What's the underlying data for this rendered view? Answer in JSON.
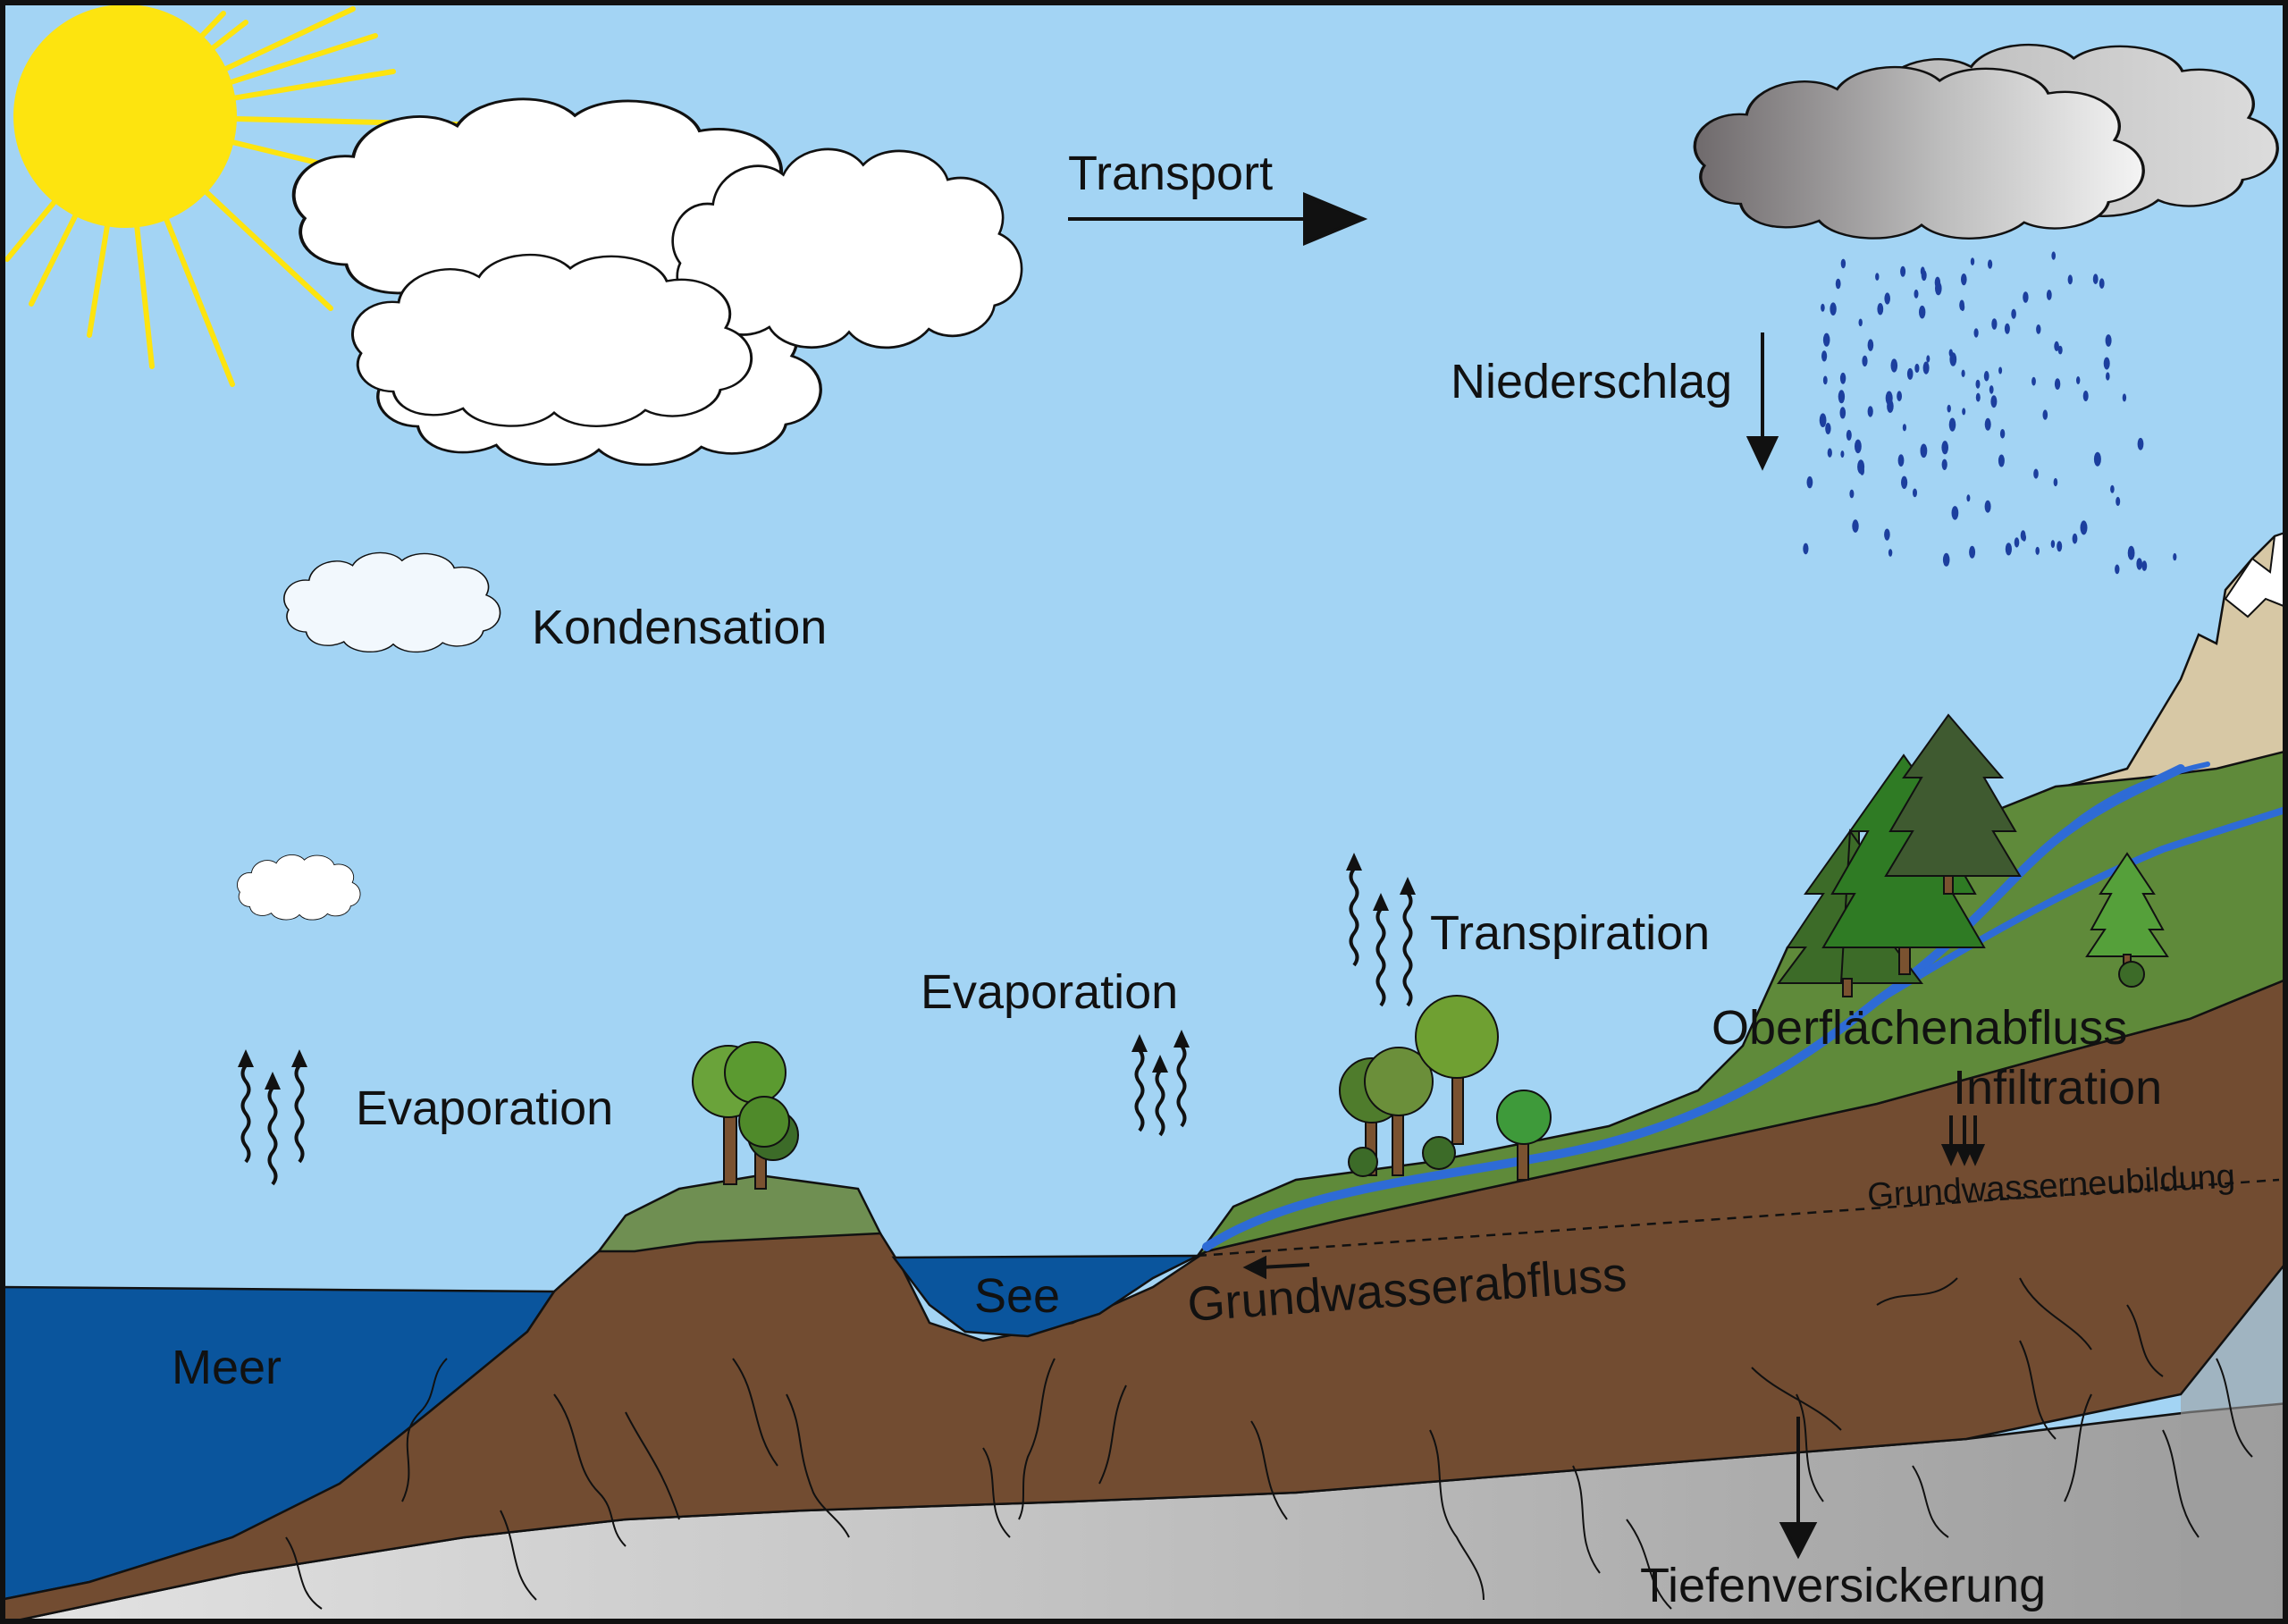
{
  "colors": {
    "sky": "#a3d4f4",
    "sun": "#fde40f",
    "sea": "#0a559d",
    "lake": "#0a559d",
    "soil": "#724c31",
    "grass": "#5f8a3a",
    "bedrock": "#c9c9c9",
    "mountain": "#d7c8a5",
    "river": "#2e6bd6",
    "rain": "#1c3f9e"
  },
  "labels": {
    "transport": "Transport",
    "niederschlag": "Niederschlag",
    "kondensation": "Kondensation",
    "evaporation_sea": "Evaporation",
    "evaporation_lake": "Evaporation",
    "transpiration": "Transpiration",
    "oberflaechenabfluss": "Oberflächenabfluss",
    "infiltration": "Infiltration",
    "grundwasserneubildung": "Grundwasserneubildung",
    "grundwasserabfluss": "Grundwasserabfluss",
    "see": "See",
    "meer": "Meer",
    "tiefenversickerung": "Tiefenversickerung"
  }
}
